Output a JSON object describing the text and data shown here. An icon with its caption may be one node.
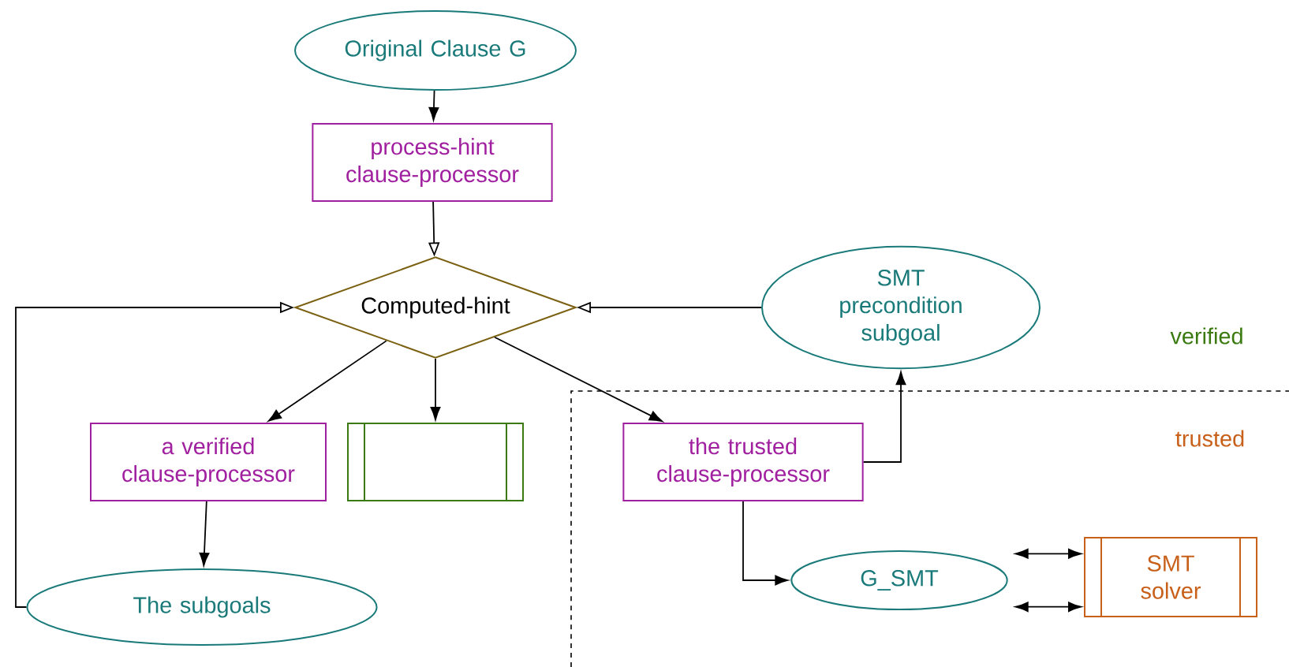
{
  "diagram": {
    "nodes": [
      {
        "text": [
          "Original Clause G"
        ]
      },
      {
        "text": [
          "process-hint clause-processor"
        ]
      },
      {
        "text": [
          "Computed-hint"
        ]
      },
      {
        "text": [
          "SMT precondition subgoal"
        ]
      },
      {
        "text": [
          "a verified clause-processor"
        ]
      },
      {
        "text": [],
        "shape": "box"
      },
      {
        "text": [
          "the trusted clause-processor"
        ]
      },
      {
        "text": [
          "The subgoals"
        ]
      },
      {
        "text": [
          "G_SMT"
        ]
      },
      {
        "text": [
          "SMT solver"
        ]
      }
    ],
    "edges": [
      {
        "from": 0,
        "to": 1,
        "arrow": "to"
      },
      {
        "from": 1,
        "to": 2,
        "arrow": "to"
      },
      {
        "from": 2,
        "to": 4,
        "arrow": "to"
      },
      {
        "from": 2,
        "to": 5,
        "arrow": "to"
      },
      {
        "from": 2,
        "to": 6,
        "arrow": "to"
      },
      {
        "from": 4,
        "to": 7,
        "arrow": "to"
      },
      {
        "from": 7,
        "to": 2,
        "arrow": "to"
      },
      {
        "from": 3,
        "to": 2,
        "arrow": "to"
      },
      {
        "from": 6,
        "to": 3,
        "arrow": "to"
      },
      {
        "from": 6,
        "to": 8,
        "arrow": "to"
      },
      {
        "from": 8,
        "to": 9,
        "arrow": "both"
      },
      {
        "from": 8,
        "to": 9,
        "arrow": "both"
      }
    ],
    "labels": [
      "verified",
      "trusted"
    ]
  }
}
